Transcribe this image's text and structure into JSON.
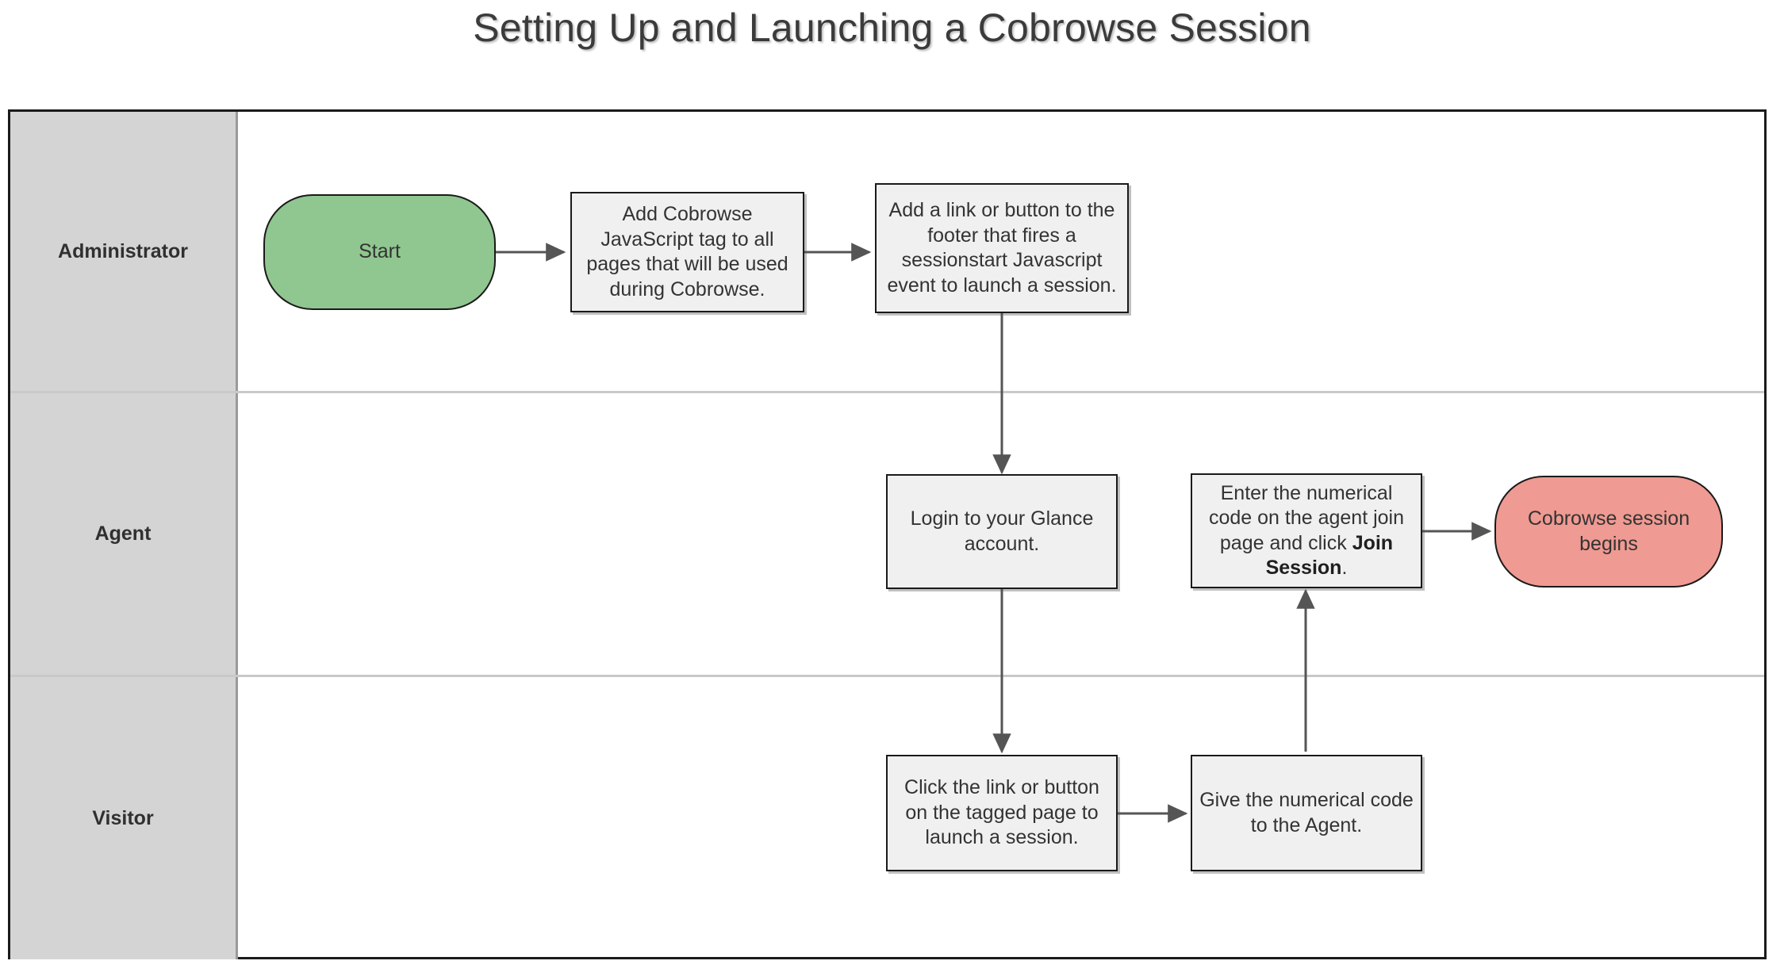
{
  "title": "Setting Up and Launching a Cobrowse Session",
  "colors": {
    "start_fill": "#90c690",
    "end_fill": "#ef9a92",
    "process_fill": "#f0f0f0",
    "lane_header_fill": "#d4d4d4",
    "border": "#1a1a1a",
    "connector": "#555555"
  },
  "lanes": [
    {
      "label": "Administrator"
    },
    {
      "label": "Agent"
    },
    {
      "label": "Visitor"
    }
  ],
  "nodes": {
    "start": {
      "label": "Start",
      "shape": "terminator",
      "lane": "Administrator"
    },
    "add_tag": {
      "label": "Add Cobrowse JavaScript tag to all pages that will be used during Cobrowse.",
      "shape": "process",
      "lane": "Administrator"
    },
    "add_link": {
      "label": "Add a link or button to the footer that fires a sessionstart Javascript event to launch a session.",
      "shape": "process",
      "lane": "Administrator"
    },
    "login": {
      "label": "Login to your Glance account.",
      "shape": "process",
      "lane": "Agent"
    },
    "enter_code": {
      "label_prefix": "Enter the numerical code on the agent join page and click ",
      "label_bold": "Join Session",
      "label_suffix": ".",
      "shape": "process",
      "lane": "Agent"
    },
    "session_begins": {
      "label": "Cobrowse session begins",
      "shape": "terminator",
      "lane": "Agent"
    },
    "click_link": {
      "label": "Click the link or button on the tagged page to launch a session.",
      "shape": "process",
      "lane": "Visitor"
    },
    "give_code": {
      "label": "Give the numerical code to the Agent.",
      "shape": "process",
      "lane": "Visitor"
    }
  },
  "edges": [
    {
      "from": "start",
      "to": "add_tag",
      "direction": "right"
    },
    {
      "from": "add_tag",
      "to": "add_link",
      "direction": "right"
    },
    {
      "from": "add_link",
      "to": "login",
      "direction": "down"
    },
    {
      "from": "login",
      "to": "click_link",
      "direction": "down"
    },
    {
      "from": "click_link",
      "to": "give_code",
      "direction": "right"
    },
    {
      "from": "give_code",
      "to": "enter_code",
      "direction": "up"
    },
    {
      "from": "enter_code",
      "to": "session_begins",
      "direction": "right"
    }
  ]
}
